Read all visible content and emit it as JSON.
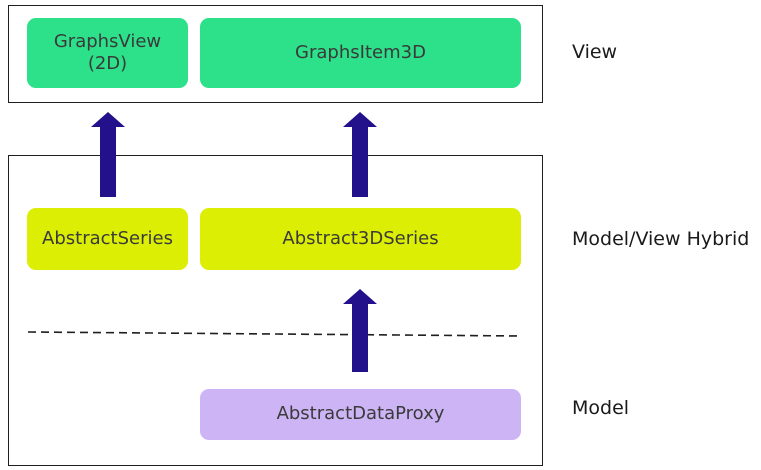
{
  "colors": {
    "view_box": "#2de08a",
    "hybrid_box": "#dbee03",
    "model_box": "#ccb4f5",
    "arrow": "#22118a",
    "frame": "#1f1f1f"
  },
  "tiers": {
    "view": "View",
    "hybrid": "Model/View Hybrid",
    "model": "Model"
  },
  "nodes": {
    "graphs_view_line1": "GraphsView",
    "graphs_view_line2": "(2D)",
    "graphs_item_3d": "GraphsItem3D",
    "abstract_series": "AbstractSeries",
    "abstract_3d_series": "Abstract3DSeries",
    "abstract_data_proxy": "AbstractDataProxy"
  },
  "edges": [
    {
      "from": "abstract_series",
      "to": "graphs_view"
    },
    {
      "from": "abstract_3d_series",
      "to": "graphs_item_3d"
    },
    {
      "from": "abstract_data_proxy",
      "to": "abstract_3d_series"
    }
  ]
}
